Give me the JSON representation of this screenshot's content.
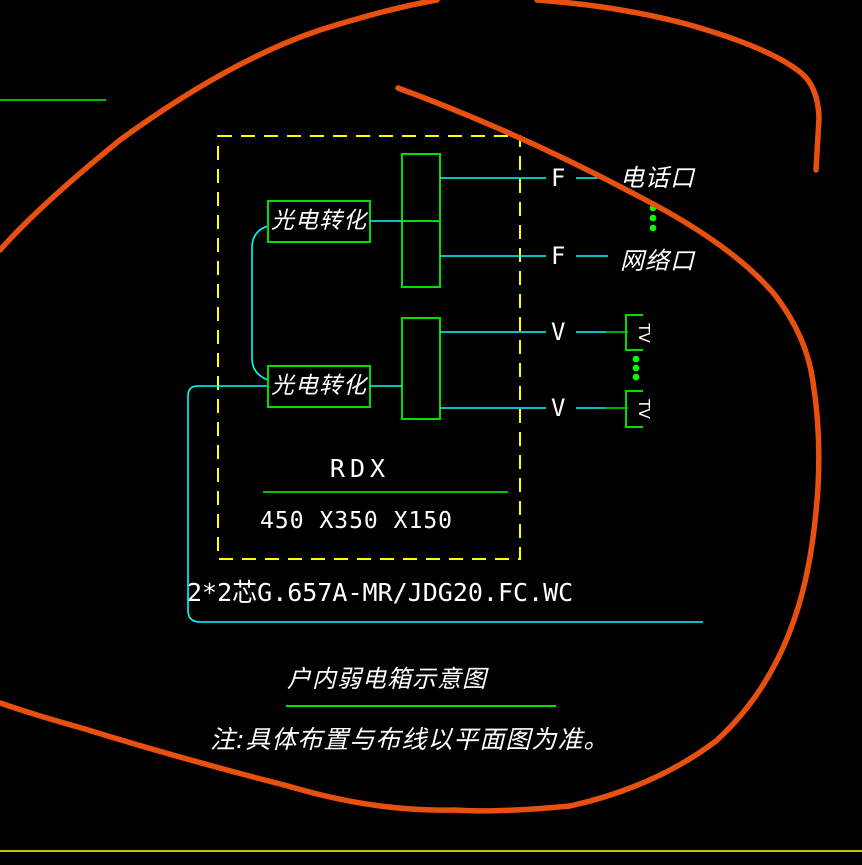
{
  "drawing": {
    "converters": {
      "top_label": "光电转化",
      "bottom_label": "光电转化"
    },
    "channels": {
      "f1": {
        "label": "F",
        "port": "电话口"
      },
      "f2": {
        "label": "F",
        "port": "网络口"
      },
      "v1": {
        "label": "V",
        "port": "TV"
      },
      "v2": {
        "label": "V",
        "port": "TV"
      }
    },
    "box": {
      "name": "RDX",
      "size": "450 X350 X150"
    },
    "cable_spec": "2*2芯G.657A-MR/JDG20.FC.WC",
    "title": "户内弱电箱示意图",
    "note": "注:具体布置与布线以平面图为准。"
  },
  "colors": {
    "background": "#000000",
    "line_green": "#00dd00",
    "dot_green": "#00ff00",
    "line_cyan": "#00ffff",
    "line_yellow": "#ffff00",
    "annotation_orange": "#e8500f",
    "text_white": "#ffffff"
  }
}
